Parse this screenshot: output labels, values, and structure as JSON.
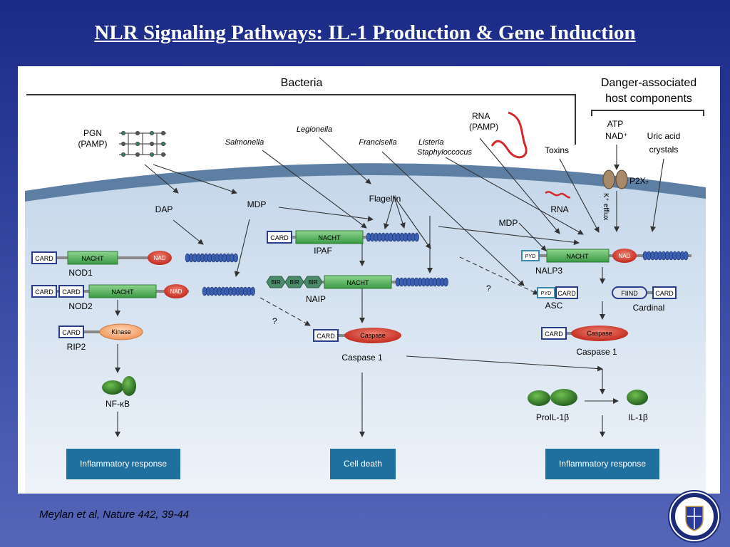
{
  "slide": {
    "title": "NLR Signaling Pathways: IL-1 Production & Gene Induction",
    "citation": "Meylan et al, Nature 442, 39-44"
  },
  "colors": {
    "background": "#2a3a96",
    "cytoplasm": "#d6e3f0",
    "membrane": "#5a7fa6",
    "nacht": "#4fae55",
    "nad": "#c0392b",
    "caspase": "#d93a2b",
    "response_box": "#1f6f9f",
    "lrr": "#3a5fb0"
  },
  "diagram": {
    "bacteria": "Bacteria",
    "danger_line1": "Danger-associated",
    "danger_line2": "host components",
    "pgn1": "PGN",
    "pgn2": "(PAMP)",
    "salmonella": "Salmonella",
    "legionella": "Legionella",
    "francisella": "Francisella",
    "listeria": "Listeria",
    "staph": "Staphyloccocus",
    "rna_top1": "RNA",
    "rna_top2": "(PAMP)",
    "toxins": "Toxins",
    "atp": "ATP",
    "nad_plus": "NAD⁺",
    "uric1": "Uric acid",
    "uric2": "crystals",
    "p2x7": "P2X₇",
    "k_efflux": "K⁺ efflux",
    "dap": "DAP",
    "mdp_left": "MDP",
    "flagellin": "Flagellin",
    "mdp_right": "MDP",
    "rna_inner": "RNA",
    "card": "CARD",
    "nacht": "NACHT",
    "nad": "NAD",
    "pyd": "PYD",
    "bir": "BIR",
    "kinase": "Kinase",
    "caspase": "Caspase",
    "find": "FIIND",
    "nod1": "NOD1",
    "nod2": "NOD2",
    "rip2": "RIP2",
    "ipaf": "IPAF",
    "naip": "NAIP",
    "nalp3": "NALP3",
    "asc": "ASC",
    "cardinal": "Cardinal",
    "caspase1_center": "Caspase 1",
    "caspase1_right": "Caspase 1",
    "nfkb": "NF-κB",
    "proil1b": "ProIL-1β",
    "il1b": "IL-1β",
    "q1": "?",
    "q2": "?",
    "out_left": "Inflammatory response",
    "out_center": "Cell death",
    "out_right": "Inflammatory response"
  }
}
